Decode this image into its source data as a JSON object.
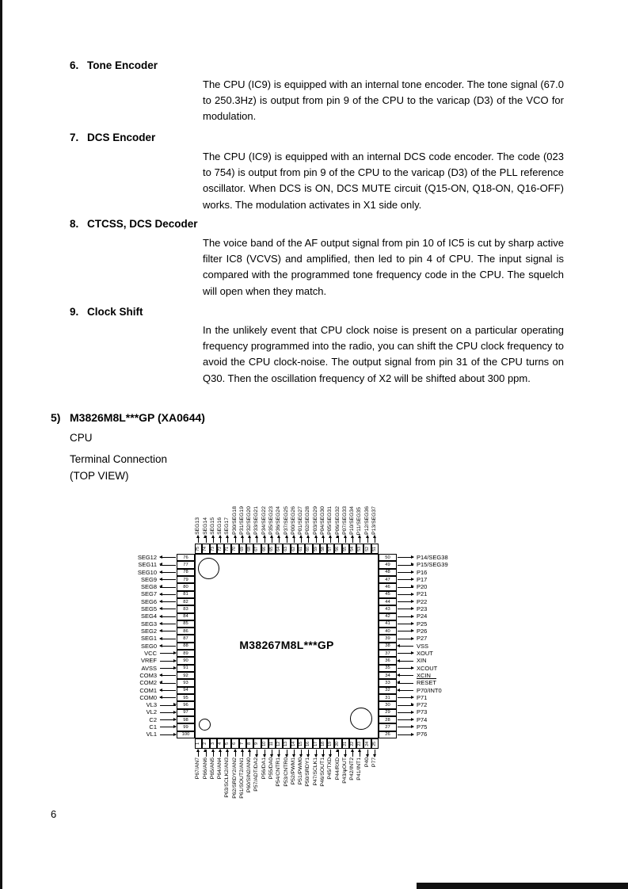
{
  "page": {
    "number": "6"
  },
  "sections": [
    {
      "num": "6.",
      "title": "Tone Encoder",
      "body": "The CPU (IC9) is equipped with an internal tone encoder. The tone signal (67.0 to 250.3Hz) is output from pin 9 of the CPU to the varicap (D3) of the VCO for modulation."
    },
    {
      "num": "7.",
      "title": "DCS Encoder",
      "body": "The CPU (IC9) is equipped with an internal DCS code encoder. The code (023 to 754) is output from pin 9 of the CPU to the varicap (D3) of the PLL reference oscillator. When DCS is ON, DCS MUTE circuit (Q15-ON, Q18-ON, Q16-OFF) works. The modulation activates in X1 side only."
    },
    {
      "num": "8.",
      "title": "CTCSS, DCS Decoder",
      "body": "The voice band of the AF output signal from pin 10 of IC5 is cut by sharp active filter IC8 (VCVS) and amplified, then led to pin 4 of CPU. The input signal is compared with the programmed tone frequency code in the CPU. The squelch will open when they match."
    },
    {
      "num": "9.",
      "title": "Clock Shift",
      "body": "In the unlikely event that CPU clock noise is present on a particular operating frequency programmed into the radio, you can shift the CPU clock frequency to avoid the CPU clock-noise. The output signal from pin 31 of the CPU turns on Q30. Then the oscillation frequency of X2 will be shifted about 300 ppm."
    }
  ],
  "cpu_section": {
    "num": "5)",
    "title": "M3826M8L***GP (XA0644)",
    "subtitle1": "CPU",
    "subtitle2": "Terminal Connection",
    "subtitle3": "(TOP VIEW)",
    "chip": {
      "center_label": "M38267M8L***GP",
      "left_pins": [
        {
          "n": 76,
          "label": "SEG12",
          "dir": "out"
        },
        {
          "n": 77,
          "label": "SEG11",
          "dir": "out"
        },
        {
          "n": 78,
          "label": "SEG10",
          "dir": "out"
        },
        {
          "n": 79,
          "label": "SEG9",
          "dir": "out"
        },
        {
          "n": 80,
          "label": "SEG8",
          "dir": "out"
        },
        {
          "n": 81,
          "label": "SEG7",
          "dir": "out"
        },
        {
          "n": 82,
          "label": "SEG6",
          "dir": "out"
        },
        {
          "n": 83,
          "label": "SEG5",
          "dir": "out"
        },
        {
          "n": 84,
          "label": "SEG4",
          "dir": "out"
        },
        {
          "n": 85,
          "label": "SEG3",
          "dir": "out"
        },
        {
          "n": 86,
          "label": "SEG2",
          "dir": "out"
        },
        {
          "n": 87,
          "label": "SEG1",
          "dir": "out"
        },
        {
          "n": 88,
          "label": "SEG0",
          "dir": "out"
        },
        {
          "n": 89,
          "label": "VCC",
          "dir": "in"
        },
        {
          "n": 90,
          "label": "VREF",
          "dir": "in"
        },
        {
          "n": 91,
          "label": "AVSS",
          "dir": "in"
        },
        {
          "n": 92,
          "label": "COM3",
          "dir": "out"
        },
        {
          "n": 93,
          "label": "COM2",
          "dir": "out"
        },
        {
          "n": 94,
          "label": "COM1",
          "dir": "out"
        },
        {
          "n": 95,
          "label": "COM0",
          "dir": "out"
        },
        {
          "n": 96,
          "label": "VL3",
          "dir": "in"
        },
        {
          "n": 97,
          "label": "VL2",
          "dir": "in"
        },
        {
          "n": 98,
          "label": "C2",
          "dir": "in"
        },
        {
          "n": 99,
          "label": "C1",
          "dir": "in"
        },
        {
          "n": 100,
          "label": "VL1",
          "dir": "in"
        }
      ],
      "top_pins": [
        {
          "n": 75,
          "label": "SEG13",
          "dir": "out"
        },
        {
          "n": 74,
          "label": "SEG14",
          "dir": "out"
        },
        {
          "n": 73,
          "label": "SEG15",
          "dir": "out"
        },
        {
          "n": 72,
          "label": "SEG16",
          "dir": "out"
        },
        {
          "n": 71,
          "label": "SEG17",
          "dir": "out"
        },
        {
          "n": 70,
          "label": "P30/SEG18",
          "dir": "out"
        },
        {
          "n": 69,
          "label": "P31/SEG19",
          "dir": "out"
        },
        {
          "n": 68,
          "label": "P32/SEG20",
          "dir": "out"
        },
        {
          "n": 67,
          "label": "P33/SEG21",
          "dir": "out"
        },
        {
          "n": 66,
          "label": "P34/SEG22",
          "dir": "out"
        },
        {
          "n": 65,
          "label": "P35/SEG23",
          "dir": "out"
        },
        {
          "n": 64,
          "label": "P36/SEG24",
          "dir": "out"
        },
        {
          "n": 63,
          "label": "P37/SEG25",
          "dir": "out"
        },
        {
          "n": 62,
          "label": "P00/SEG26",
          "dir": "out"
        },
        {
          "n": 61,
          "label": "P01/SEG27",
          "dir": "out"
        },
        {
          "n": 60,
          "label": "P02/SEG28",
          "dir": "out"
        },
        {
          "n": 59,
          "label": "P03/SEG29",
          "dir": "out"
        },
        {
          "n": 58,
          "label": "P04/SEG30",
          "dir": "out"
        },
        {
          "n": 57,
          "label": "P05/SEG31",
          "dir": "out"
        },
        {
          "n": 56,
          "label": "P06/SEG32",
          "dir": "out"
        },
        {
          "n": 55,
          "label": "P07/SEG33",
          "dir": "out"
        },
        {
          "n": 54,
          "label": "P10/SEG34",
          "dir": "out"
        },
        {
          "n": 53,
          "label": "P11/SEG35",
          "dir": "out"
        },
        {
          "n": 52,
          "label": "P12/SEG36",
          "dir": "out"
        },
        {
          "n": 51,
          "label": "P13/SEG37",
          "dir": "out"
        }
      ],
      "right_pins": [
        {
          "n": 50,
          "label": "P14/SEG38",
          "dir": "out"
        },
        {
          "n": 49,
          "label": "P15/SEG39",
          "dir": "out"
        },
        {
          "n": 48,
          "label": "P16",
          "dir": "out"
        },
        {
          "n": 47,
          "label": "P17",
          "dir": "out"
        },
        {
          "n": 46,
          "label": "P20",
          "dir": "out"
        },
        {
          "n": 45,
          "label": "P21",
          "dir": "out"
        },
        {
          "n": 44,
          "label": "P22",
          "dir": "out"
        },
        {
          "n": 43,
          "label": "P23",
          "dir": "out"
        },
        {
          "n": 42,
          "label": "P24",
          "dir": "out"
        },
        {
          "n": 41,
          "label": "P25",
          "dir": "out"
        },
        {
          "n": 40,
          "label": "P26",
          "dir": "out"
        },
        {
          "n": 39,
          "label": "P27",
          "dir": "out"
        },
        {
          "n": 38,
          "label": "VSS",
          "dir": "in"
        },
        {
          "n": 37,
          "label": "XOUT",
          "dir": "out"
        },
        {
          "n": 36,
          "label": "XIN",
          "dir": "in"
        },
        {
          "n": 35,
          "label": "XCOUT",
          "dir": "out"
        },
        {
          "n": 34,
          "label": "XCIN",
          "dir": "in"
        },
        {
          "n": 33,
          "label": "RESET",
          "dir": "in"
        },
        {
          "n": 32,
          "label": "P70/INT0",
          "dir": "in"
        },
        {
          "n": 31,
          "label": "P71",
          "dir": "out"
        },
        {
          "n": 30,
          "label": "P72",
          "dir": "out"
        },
        {
          "n": 29,
          "label": "P73",
          "dir": "out"
        },
        {
          "n": 28,
          "label": "P74",
          "dir": "out"
        },
        {
          "n": 27,
          "label": "P75",
          "dir": "out"
        },
        {
          "n": 26,
          "label": "P76",
          "dir": "out"
        }
      ],
      "bottom_pins": [
        {
          "n": 1,
          "label": "P67/AN7",
          "dir": "in"
        },
        {
          "n": 2,
          "label": "P66/AN6",
          "dir": "in"
        },
        {
          "n": 3,
          "label": "P65/AN5",
          "dir": "in"
        },
        {
          "n": 4,
          "label": "P64/AN4",
          "dir": "in"
        },
        {
          "n": 5,
          "label": "P63/SCLK2/AN3",
          "dir": "in"
        },
        {
          "n": 6,
          "label": "P62/SRDY2/AN2",
          "dir": "in"
        },
        {
          "n": 7,
          "label": "P61/SOUT2/AN1",
          "dir": "in"
        },
        {
          "n": 8,
          "label": "P60/SIN2/AN0",
          "dir": "in"
        },
        {
          "n": 9,
          "label": "P57/ADT/DA2",
          "dir": "out"
        },
        {
          "n": 10,
          "label": "P56/DA1",
          "dir": "out"
        },
        {
          "n": 11,
          "label": "P55/DA0",
          "dir": "out"
        },
        {
          "n": 12,
          "label": "P54/CNTR1",
          "dir": "out"
        },
        {
          "n": 13,
          "label": "P53/CNTR0",
          "dir": "out"
        },
        {
          "n": 14,
          "label": "P52/PWM1",
          "dir": "out"
        },
        {
          "n": 15,
          "label": "P51/PWM0",
          "dir": "out"
        },
        {
          "n": 16,
          "label": "P50/SRDY1",
          "dir": "out"
        },
        {
          "n": 17,
          "label": "P47/SCLK1",
          "dir": "out"
        },
        {
          "n": 18,
          "label": "P46/SOUT1",
          "dir": "out"
        },
        {
          "n": 19,
          "label": "P45/TXD",
          "dir": "out"
        },
        {
          "n": 20,
          "label": "P44/RXD",
          "dir": "in"
        },
        {
          "n": 21,
          "label": "P43/φOUT",
          "dir": "out"
        },
        {
          "n": 22,
          "label": "P42/INT2",
          "dir": "in"
        },
        {
          "n": 23,
          "label": "P41/INT1",
          "dir": "in"
        },
        {
          "n": 24,
          "label": "P40",
          "dir": "out"
        },
        {
          "n": 25,
          "label": "P77",
          "dir": "out"
        }
      ]
    }
  }
}
